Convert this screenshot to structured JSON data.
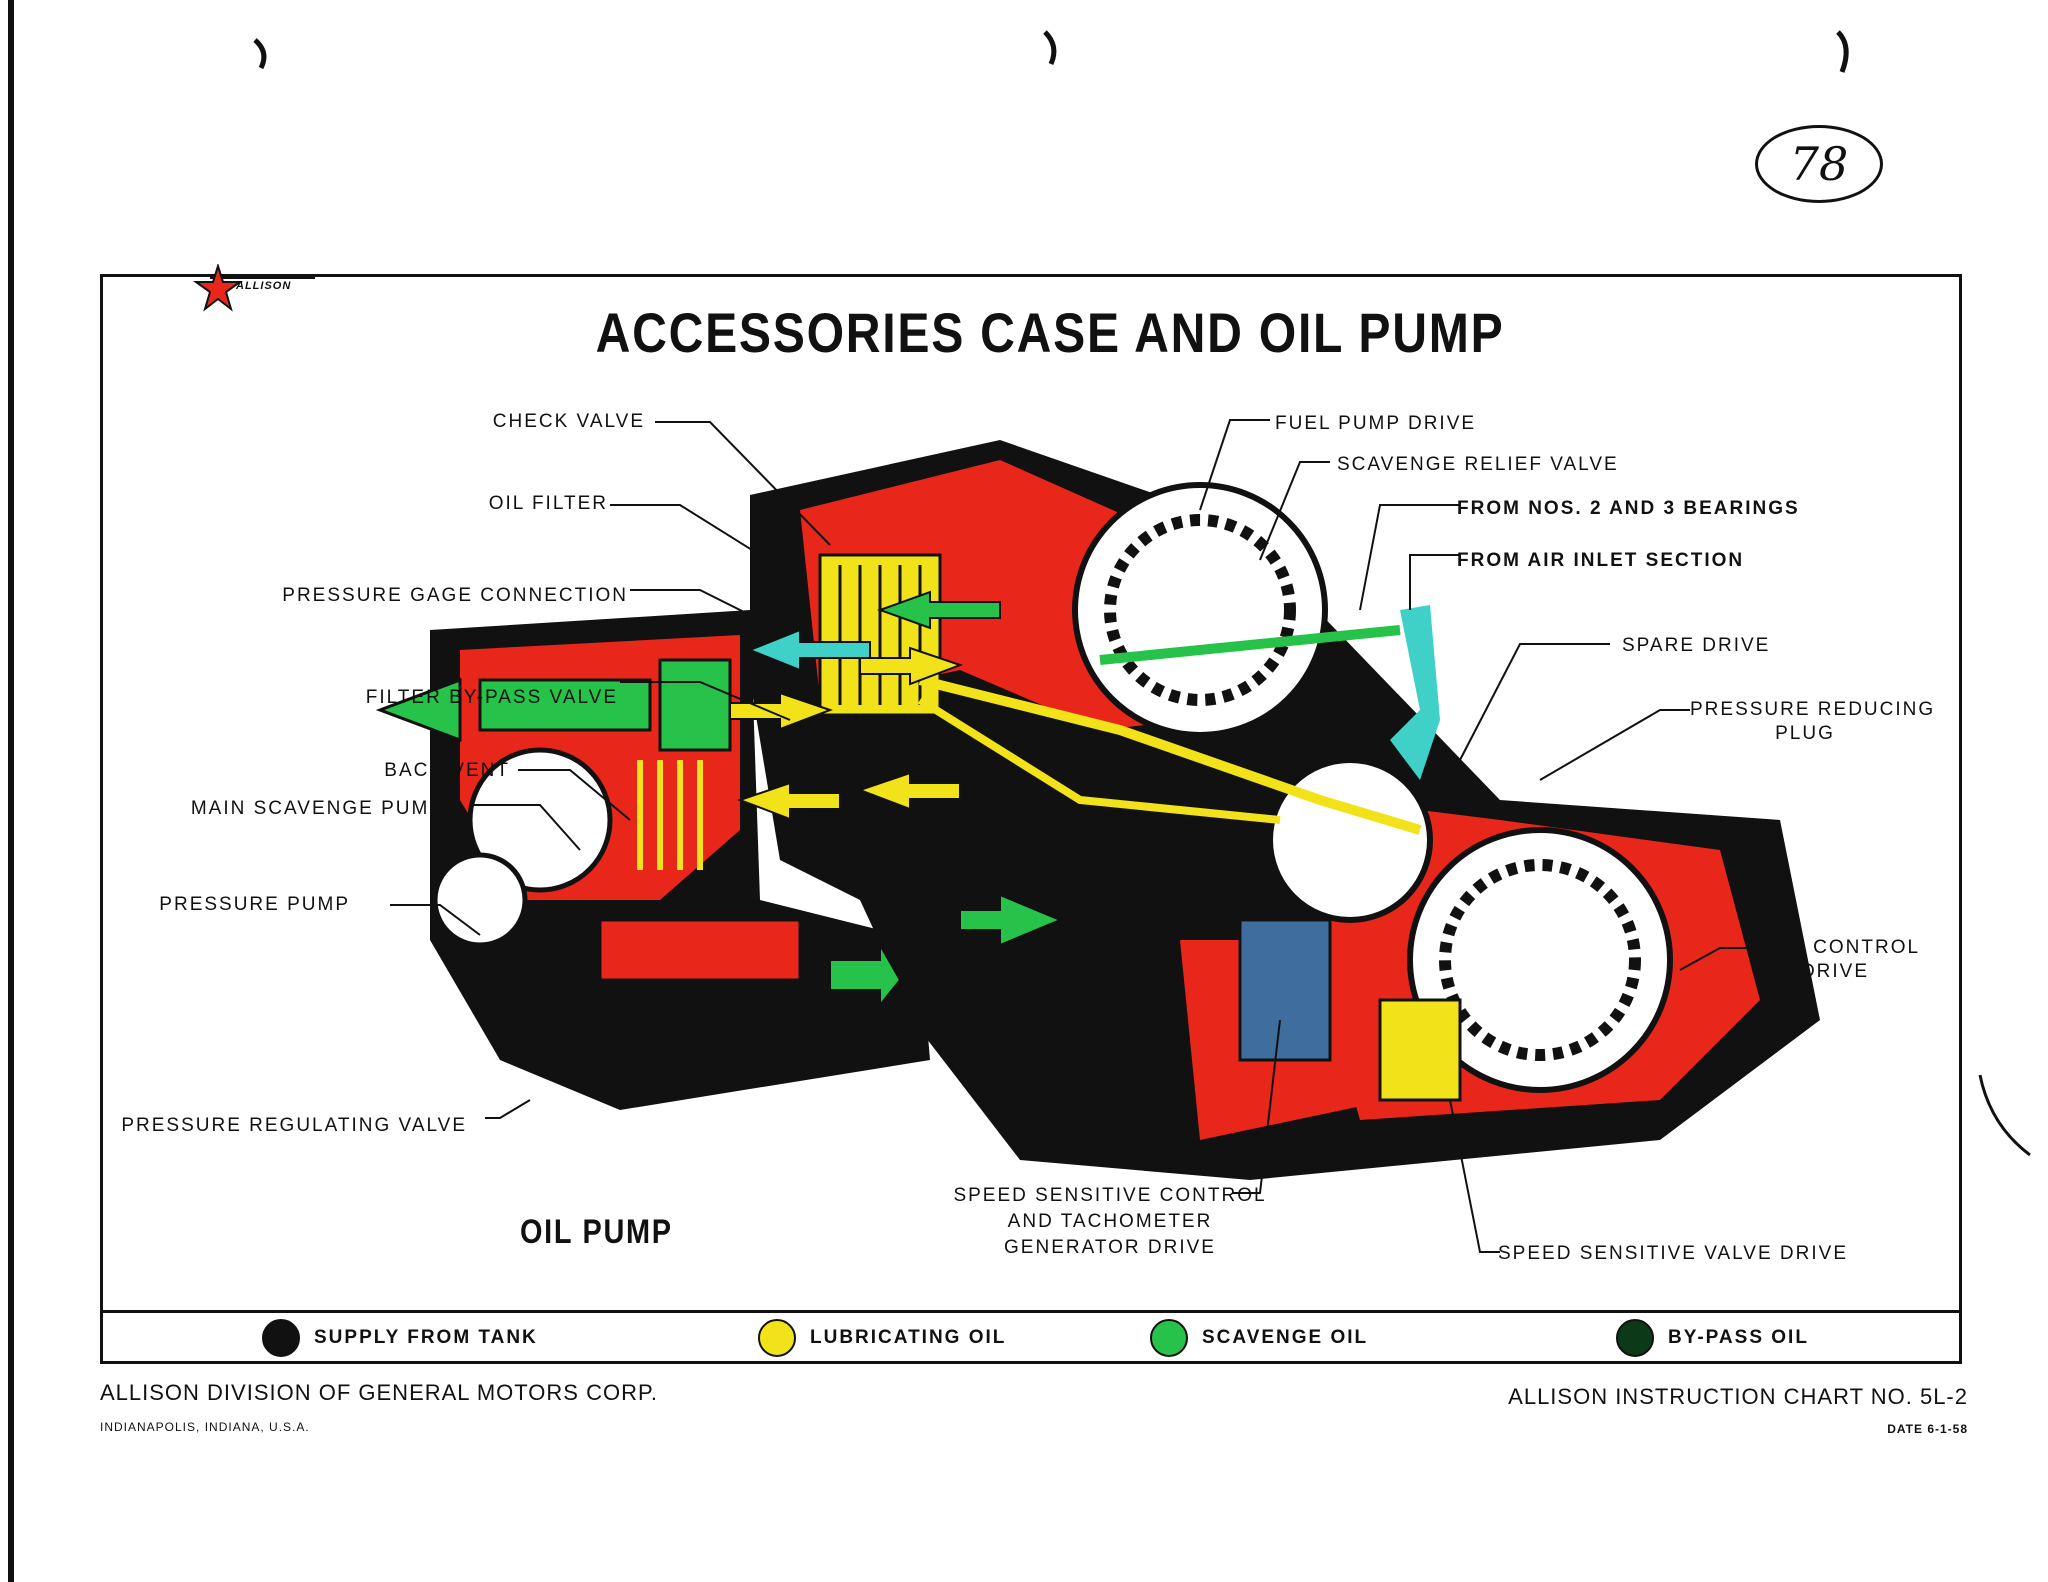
{
  "page": {
    "number": "78"
  },
  "title": "ACCESSORIES CASE AND OIL PUMP",
  "logo": {
    "text": "ALLISON",
    "icon": "allison-star-logo-icon"
  },
  "labels_left": [
    "CHECK VALVE",
    "OIL FILTER",
    "PRESSURE GAGE CONNECTION",
    "FILTER BY-PASS VALVE",
    "BACK VENT",
    "MAIN SCAVENGE PUMP",
    "PRESSURE PUMP",
    "PRESSURE REGULATING VALVE"
  ],
  "labels_right": [
    "FUEL PUMP DRIVE",
    "SCAVENGE RELIEF VALVE",
    "FROM NOS. 2 AND 3 BEARINGS",
    "FROM AIR INLET SECTION",
    "SPARE DRIVE",
    "PRESSURE REDUCING",
    "PLUG",
    "FUEL CONTROL",
    "DRIVE"
  ],
  "labels_bottom": [
    "SPEED SENSITIVE CONTROL",
    "AND TACHOMETER",
    "GENERATOR DRIVE",
    "SPEED SENSITIVE VALVE DRIVE"
  ],
  "oil_pump_title": "OIL PUMP",
  "legend": [
    {
      "label": "SUPPLY FROM TANK",
      "color": "#111111"
    },
    {
      "label": "LUBRICATING OIL",
      "color": "#f2e21a"
    },
    {
      "label": "SCAVENGE OIL",
      "color": "#27c24a"
    },
    {
      "label": "BY-PASS OIL",
      "color": "#0c3a18"
    }
  ],
  "colors": {
    "body": "#e8261a",
    "dark": "#111111",
    "lube": "#f2e21a",
    "scavenge": "#27c24a",
    "cyan": "#3fd1c8",
    "white": "#ffffff"
  },
  "footer": {
    "company": "ALLISON DIVISION OF GENERAL MOTORS CORP.",
    "location": "INDIANAPOLIS, INDIANA, U.S.A.",
    "chart_no": "ALLISON INSTRUCTION CHART NO. 5L-2",
    "date": "DATE 6-1-58"
  }
}
